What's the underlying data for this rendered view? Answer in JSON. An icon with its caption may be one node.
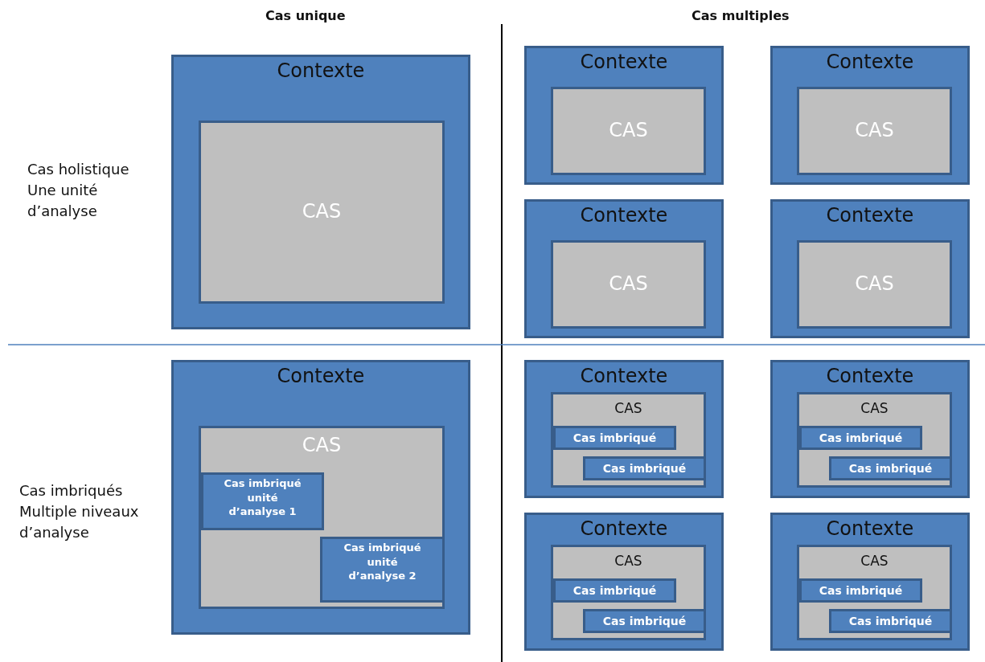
{
  "diagram": {
    "nodes": [
      {
        "text": [
          "Contexte"
        ]
      },
      {
        "text": [
          "CAS"
        ],
        "in": 0
      },
      {
        "text": [
          "Contexte"
        ]
      },
      {
        "text": [
          "CAS"
        ],
        "in": 2
      },
      {
        "text": [
          "Contexte"
        ]
      },
      {
        "text": [
          "CAS"
        ],
        "in": 4
      },
      {
        "text": [
          "Contexte"
        ]
      },
      {
        "text": [
          "CAS"
        ],
        "in": 6
      },
      {
        "text": [
          "Contexte"
        ]
      },
      {
        "text": [
          "CAS"
        ],
        "in": 8
      },
      {
        "text": [
          "Contexte"
        ]
      },
      {
        "text": [
          "CAS"
        ],
        "in": 10
      },
      {
        "text": [
          "Cas imbriqué unité d’analyse 1"
        ],
        "in": 11
      },
      {
        "text": [
          "Cas imbriqué unité d’analyse 2"
        ],
        "in": 11
      },
      {
        "text": [
          "Contexte"
        ]
      },
      {
        "text": [
          "CAS"
        ],
        "in": 14
      },
      {
        "text": [
          "Cas imbriqué"
        ],
        "in": 15
      },
      {
        "text": [
          "Cas imbriqué"
        ],
        "in": 15
      },
      {
        "text": [
          "Contexte"
        ]
      },
      {
        "text": [
          "CAS"
        ],
        "in": 18
      },
      {
        "text": [
          "Cas imbriqué"
        ],
        "in": 19
      },
      {
        "text": [
          "Cas imbriqué"
        ],
        "in": 19
      },
      {
        "text": [
          "Contexte"
        ]
      },
      {
        "text": [
          "CAS"
        ],
        "in": 22
      },
      {
        "text": [
          "Cas imbriqué"
        ],
        "in": 23
      },
      {
        "text": [
          "Cas imbriqué"
        ],
        "in": 23
      },
      {
        "text": [
          "Contexte"
        ]
      },
      {
        "text": [
          "CAS"
        ],
        "in": 26
      },
      {
        "text": [
          "Cas imbriqué"
        ],
        "in": 27
      },
      {
        "text": [
          "Cas imbriqué"
        ],
        "in": 27
      }
    ],
    "labels": [
      "Cas unique",
      "Cas multiples",
      "Cas holistique Une unité d’analyse",
      "Cas imbriqués Multiple niveaux d’analyse"
    ]
  }
}
